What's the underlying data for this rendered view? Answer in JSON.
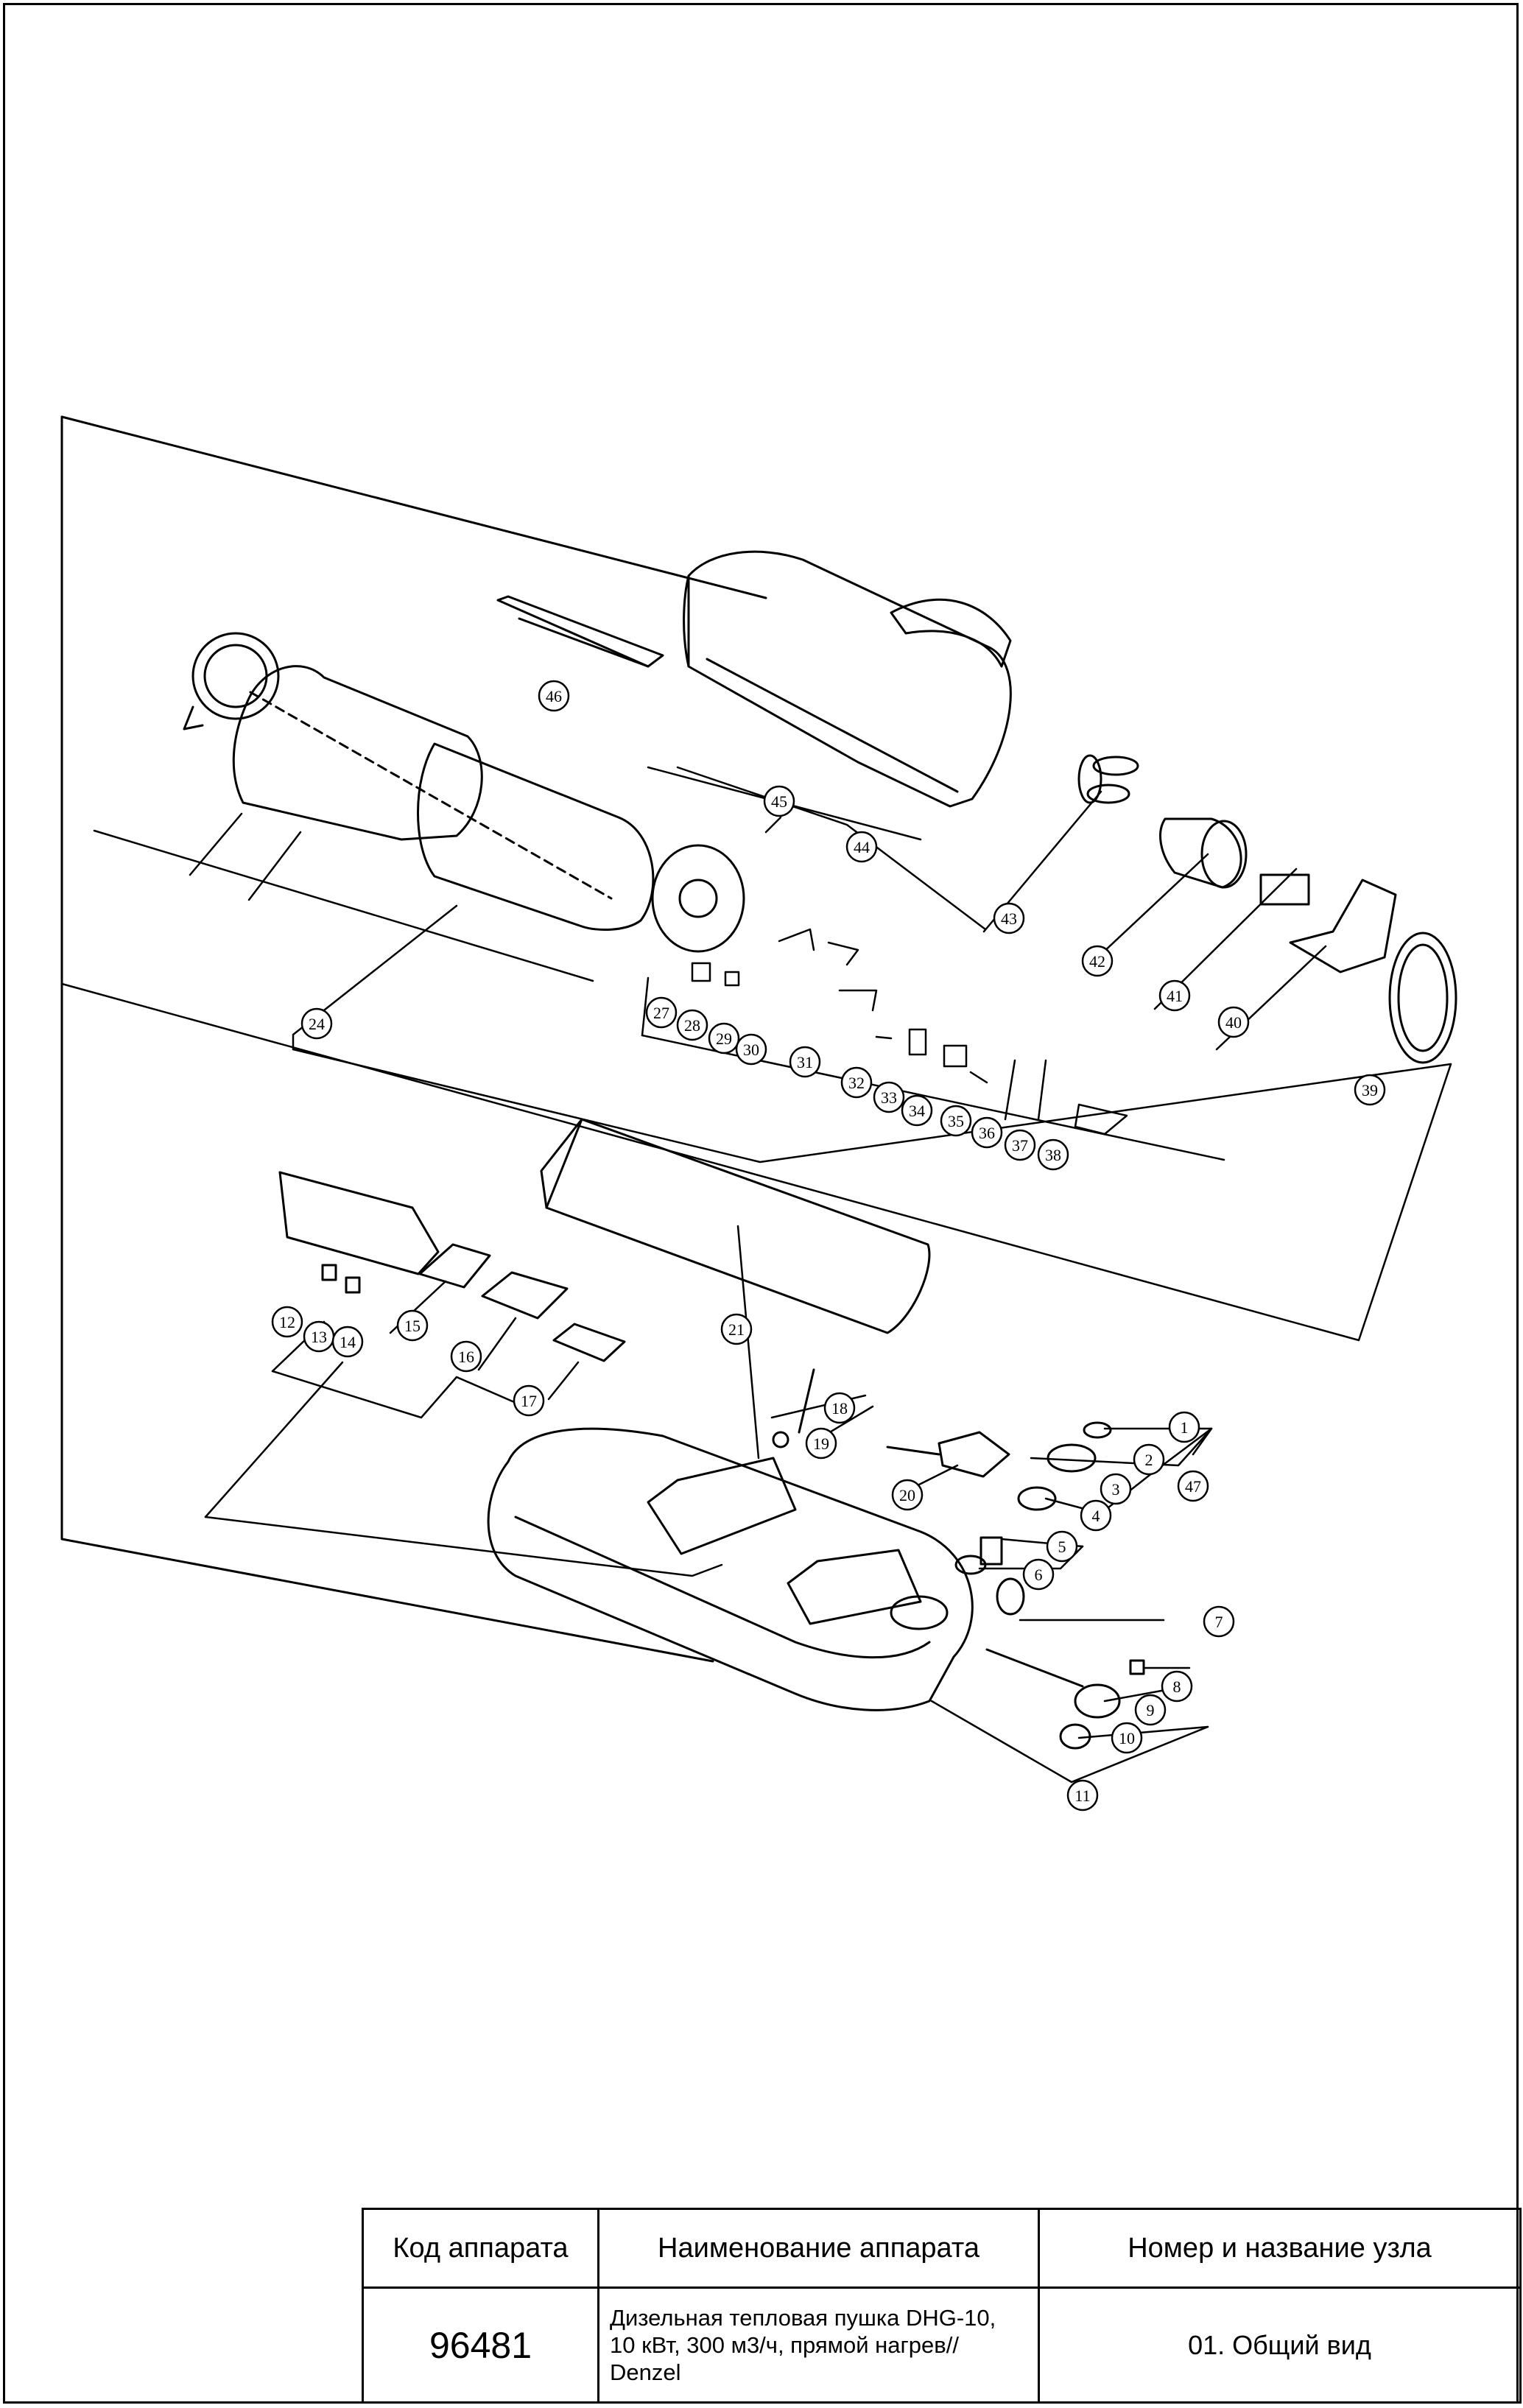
{
  "callouts": [
    "1",
    "2",
    "3",
    "4",
    "5",
    "6",
    "7",
    "8",
    "9",
    "10",
    "11",
    "12",
    "13",
    "14",
    "15",
    "16",
    "17",
    "18",
    "19",
    "20",
    "21",
    "24",
    "27",
    "28",
    "29",
    "30",
    "31",
    "32",
    "33",
    "34",
    "35",
    "36",
    "37",
    "38",
    "39",
    "40",
    "41",
    "42",
    "43",
    "44",
    "45",
    "46",
    "47"
  ],
  "title_block": {
    "header_code": "Код аппарата",
    "header_name": "Наименование аппарата",
    "header_unit": "Номер и название узла",
    "code": "96481",
    "name": "Дизельная тепловая пушка DHG-10, 10 кВт, 300 м3/ч, прямой нагрев// Denzel",
    "unit": "01. Общий вид"
  },
  "parts": [
    "front-ring-icon",
    "combustion-chamber-icon",
    "outer-cover-icon",
    "top-bracket-icon",
    "carry-handle-icon",
    "fan-icon",
    "motor-icon",
    "capacitor-icon",
    "motor-bracket-icon",
    "rear-grill-icon",
    "rear-plate-icon",
    "lower-shell-icon",
    "side-panel-icon",
    "pcb-icon",
    "fuel-tank-icon",
    "fuel-cap-icon",
    "fuel-filter-icon",
    "photocell-icon",
    "pump-icon",
    "wheel-icon",
    "spark-plug-icon"
  ]
}
